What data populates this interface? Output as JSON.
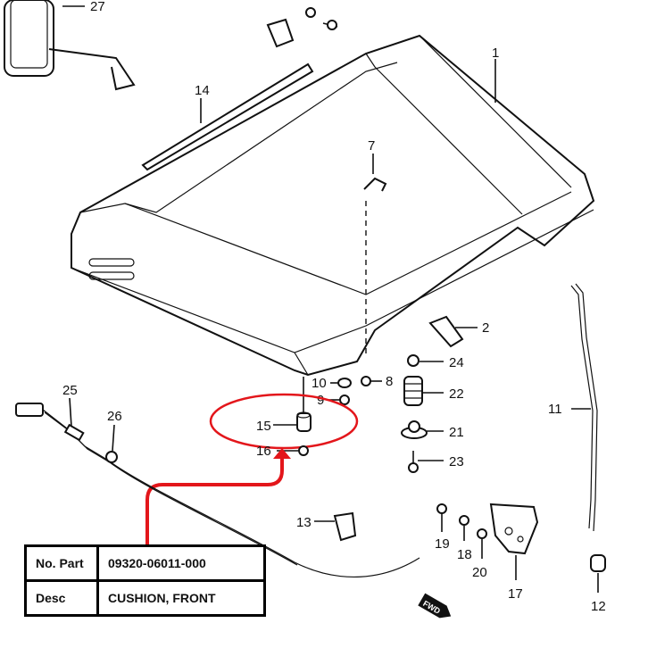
{
  "labels": {
    "p1": "1",
    "p2": "2",
    "p7": "7",
    "p8": "8",
    "p9": "9",
    "p10": "10",
    "p11": "11",
    "p12": "12",
    "p13": "13",
    "p14": "14",
    "p15": "15",
    "p16": "16",
    "p17": "17",
    "p18": "18",
    "p19": "19",
    "p20": "20",
    "p21": "21",
    "p22": "22",
    "p23": "23",
    "p24": "24",
    "p25": "25",
    "p26": "26",
    "p27": "27"
  },
  "fwd_marker": "FWD",
  "highlight": {
    "part": "15",
    "color": "#e3161b"
  },
  "info_table": {
    "rows": [
      {
        "key": "No. Part",
        "value": "09320-06011-000"
      },
      {
        "key": "Desc",
        "value": "CUSHION, FRONT"
      }
    ]
  }
}
